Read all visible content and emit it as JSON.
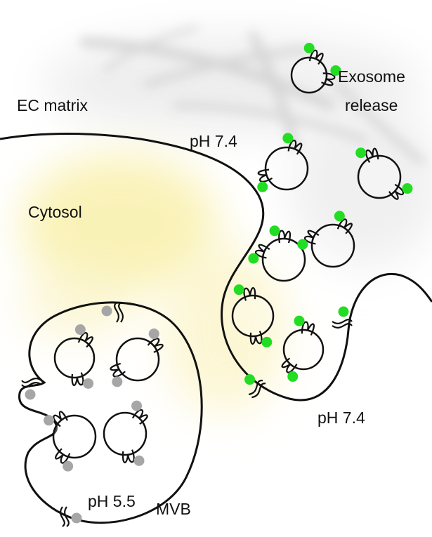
{
  "labels": {
    "ec_matrix": "EC matrix",
    "exosome_line1": "Exosome",
    "exosome_line2": "release",
    "ph_top": "pH 7.4",
    "cytosol": "Cytosol",
    "ph_bottom": "pH 7.4",
    "ph_mvb": "pH 5.5",
    "mvb": "MVB"
  },
  "colors": {
    "membrane": "#111111",
    "active_marker": "#22dd22",
    "inactive_marker": "#a6a6a6",
    "cytosol_glow": "#f8eea0",
    "matrix_haze": "#cfcfcf",
    "background": "#ffffff"
  }
}
